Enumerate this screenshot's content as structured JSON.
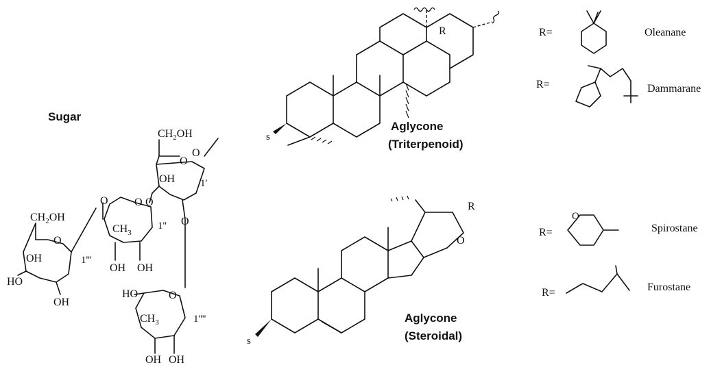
{
  "sugar": {
    "title": "Sugar",
    "labels": {
      "ch2oh_top": "CH",
      "ch2oh_top_sub": "2",
      "ch2oh_top_tail": "OH",
      "ch2oh_left": "CH",
      "ch2oh_left_sub": "2",
      "ch2oh_left_tail": "OH",
      "ch3_mid": "CH",
      "ch3_mid_sub": "3",
      "ch3_bottom": "CH",
      "ch3_bottom_sub": "3",
      "oh": "OH",
      "ho": "HO",
      "o": "O",
      "pos_1p": "1'",
      "pos_1pp": "1''",
      "pos_1ppp": "1'''",
      "pos_1pppp": "1''''"
    }
  },
  "aglycone_triterpenoid": {
    "line1": "Aglycone",
    "line2": "(Triterpenoid)",
    "r_label": "R",
    "s_label": "s"
  },
  "aglycone_steroidal": {
    "line1": "Aglycone",
    "line2": "(Steroidal)",
    "r_label": "R",
    "o_label": "O",
    "s_label": "s"
  },
  "r_groups": [
    {
      "prefix": "R=",
      "name": "Oleanane"
    },
    {
      "prefix": "R=",
      "name": "Dammarane"
    },
    {
      "prefix": "R=",
      "name": "Spirostane",
      "ring_atom": "O"
    },
    {
      "prefix": "R=",
      "name": "Furostane"
    }
  ]
}
